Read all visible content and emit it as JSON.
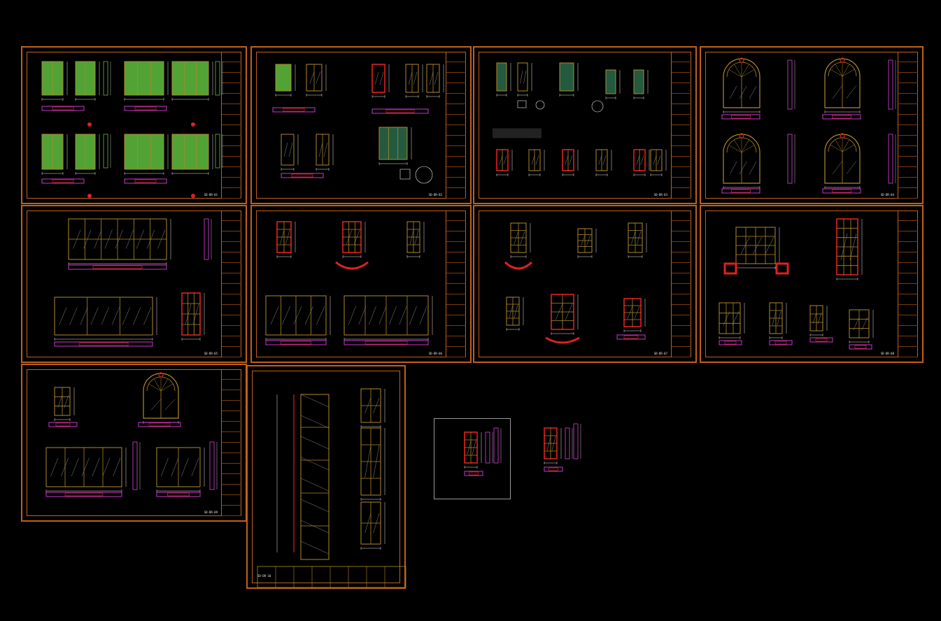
{
  "canvas": {
    "background": "#000000"
  },
  "colors": {
    "sheet_border": "#c0601a",
    "door_frame": "#b08a2a",
    "door_green": "#5fc040",
    "glass_hatch": "#8a8a8a",
    "section_red": "#e02020",
    "section_magenta": "#e040e0",
    "dim_white": "#e8e8e8",
    "cyan": "#40c0e0"
  },
  "sheets": [
    {
      "id": "sheet-1",
      "kind": "green-doors",
      "code": "SD-DR-01"
    },
    {
      "id": "sheet-2",
      "kind": "mixed-details",
      "code": "SD-DR-02"
    },
    {
      "id": "sheet-3",
      "kind": "mixed-details",
      "code": "SD-DR-03"
    },
    {
      "id": "sheet-4",
      "kind": "arched-doors",
      "code": "SD-DR-04"
    },
    {
      "id": "sheet-5",
      "kind": "glazed-storefront",
      "code": "SD-DR-05"
    },
    {
      "id": "sheet-6",
      "kind": "glazed-storefront",
      "code": "SD-DR-06"
    },
    {
      "id": "sheet-7",
      "kind": "french-doors",
      "code": "SD-DR-07"
    },
    {
      "id": "sheet-8",
      "kind": "french-doors",
      "code": "SD-DR-08"
    },
    {
      "id": "sheet-9",
      "kind": "arched-doors",
      "code": "SD-DR-09"
    },
    {
      "id": "sheet-10",
      "kind": "tall-elevation",
      "code": "SD-DR-10"
    }
  ],
  "loose_details": [
    {
      "id": "detail-a",
      "kind": "french-doors",
      "framed": true
    },
    {
      "id": "detail-b",
      "kind": "french-doors",
      "framed": false
    }
  ]
}
